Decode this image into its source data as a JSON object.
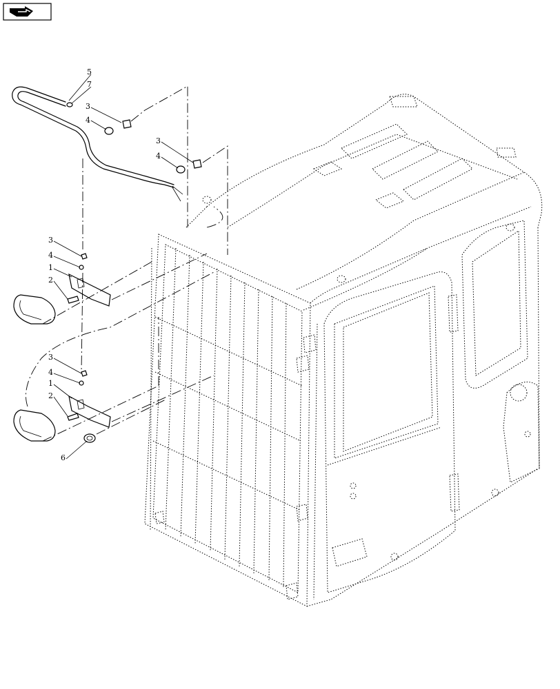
{
  "icons": {
    "nav": "arrow-icon"
  },
  "callouts": [
    {
      "label": "5"
    },
    {
      "label": "7"
    },
    {
      "label": "3"
    },
    {
      "label": "4"
    },
    {
      "label": "3"
    },
    {
      "label": "4"
    },
    {
      "label": "3"
    },
    {
      "label": "4"
    },
    {
      "label": "1"
    },
    {
      "label": "2"
    },
    {
      "label": "3"
    },
    {
      "label": "4"
    },
    {
      "label": "1"
    },
    {
      "label": "2"
    },
    {
      "label": "6"
    }
  ]
}
